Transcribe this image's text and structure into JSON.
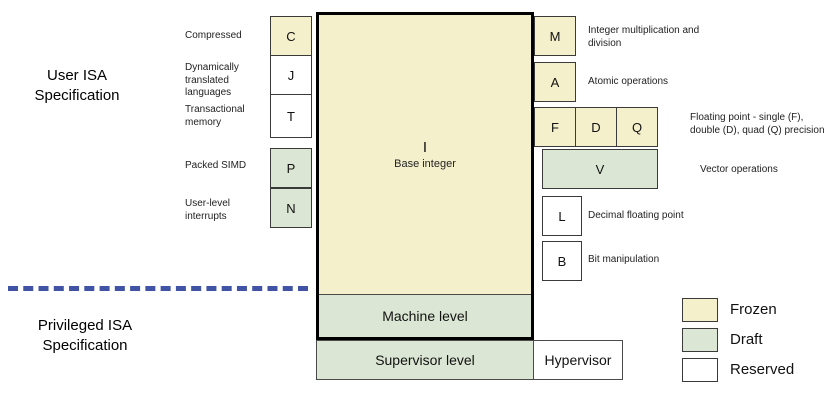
{
  "sections": {
    "user": "User ISA Specification",
    "privileged": "Privileged ISA Specification"
  },
  "base": {
    "letter": "I",
    "name": "Base integer"
  },
  "levels": {
    "machine": "Machine level",
    "supervisor": "Supervisor level",
    "hypervisor": "Hypervisor"
  },
  "left_extensions": [
    {
      "letter": "C",
      "status": "frozen",
      "desc": "Compressed"
    },
    {
      "letter": "J",
      "status": "reserved",
      "desc": "Dynamically translated languages"
    },
    {
      "letter": "T",
      "status": "reserved",
      "desc": "Transactional memory"
    },
    {
      "letter": "P",
      "status": "draft",
      "desc": "Packed SIMD"
    },
    {
      "letter": "N",
      "status": "draft",
      "desc": "User-level interrupts"
    }
  ],
  "right_extensions": {
    "boxes": [
      {
        "letter": "M",
        "status": "frozen"
      },
      {
        "letter": "A",
        "status": "frozen"
      },
      {
        "letter": "F",
        "status": "frozen"
      },
      {
        "letter": "D",
        "status": "frozen"
      },
      {
        "letter": "Q",
        "status": "frozen"
      },
      {
        "letter": "V",
        "status": "draft"
      },
      {
        "letter": "L",
        "status": "reserved"
      },
      {
        "letter": "B",
        "status": "reserved"
      }
    ],
    "descriptions": [
      "Integer multiplication and division",
      "Atomic operations",
      "Floating point - single (F), double (D), quad (Q) precision",
      "Vector operations",
      "Decimal floating point",
      "Bit manipulation"
    ]
  },
  "legend": [
    {
      "label": "Frozen",
      "status": "frozen"
    },
    {
      "label": "Draft",
      "status": "draft"
    },
    {
      "label": "Reserved",
      "status": "reserved"
    }
  ],
  "colors": {
    "frozen": "#f5f0cc",
    "draft": "#dbe7d4",
    "reserved": "#ffffff",
    "divider": "#4053a4",
    "base_border": "#000000"
  }
}
